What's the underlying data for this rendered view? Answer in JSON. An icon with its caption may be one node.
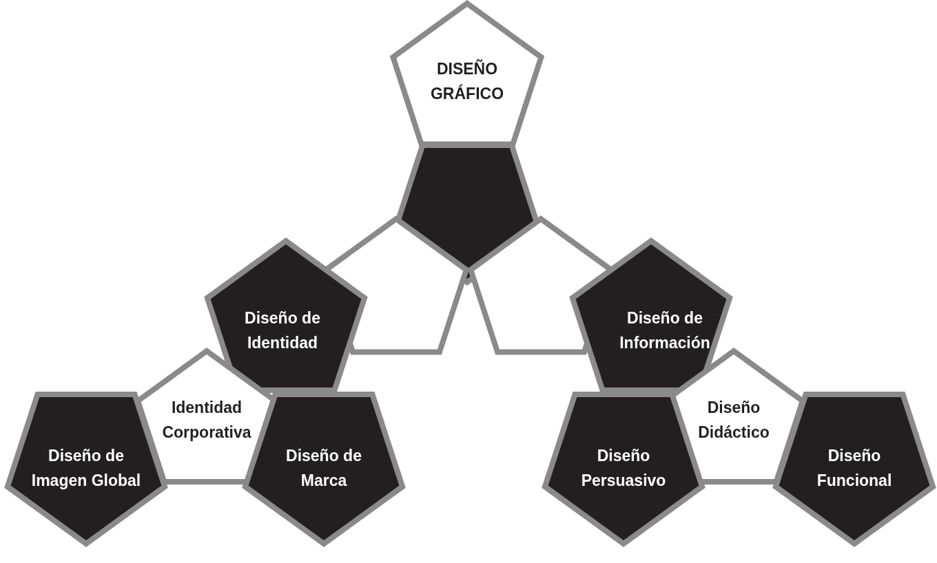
{
  "diagram": {
    "nodes": [
      {
        "text": [
          "DISEÑO GRÁFICO"
        ]
      },
      {
        "text": [],
        "shape": "pentagon"
      },
      {
        "text": [],
        "shape": "pentagon"
      },
      {
        "text": [],
        "shape": "pentagon"
      },
      {
        "text": [
          "Diseño de Identidad"
        ]
      },
      {
        "text": [
          "Diseño de Información"
        ]
      },
      {
        "text": [
          "Identidad Corporativa"
        ]
      },
      {
        "text": [
          "Diseño Didáctico"
        ]
      },
      {
        "text": [
          "Diseño de Imagen Global"
        ]
      },
      {
        "text": [
          "Diseño de Marca"
        ]
      },
      {
        "text": [
          "Diseño Persuasivo"
        ]
      },
      {
        "text": [
          "Diseño Funcional"
        ]
      }
    ]
  }
}
